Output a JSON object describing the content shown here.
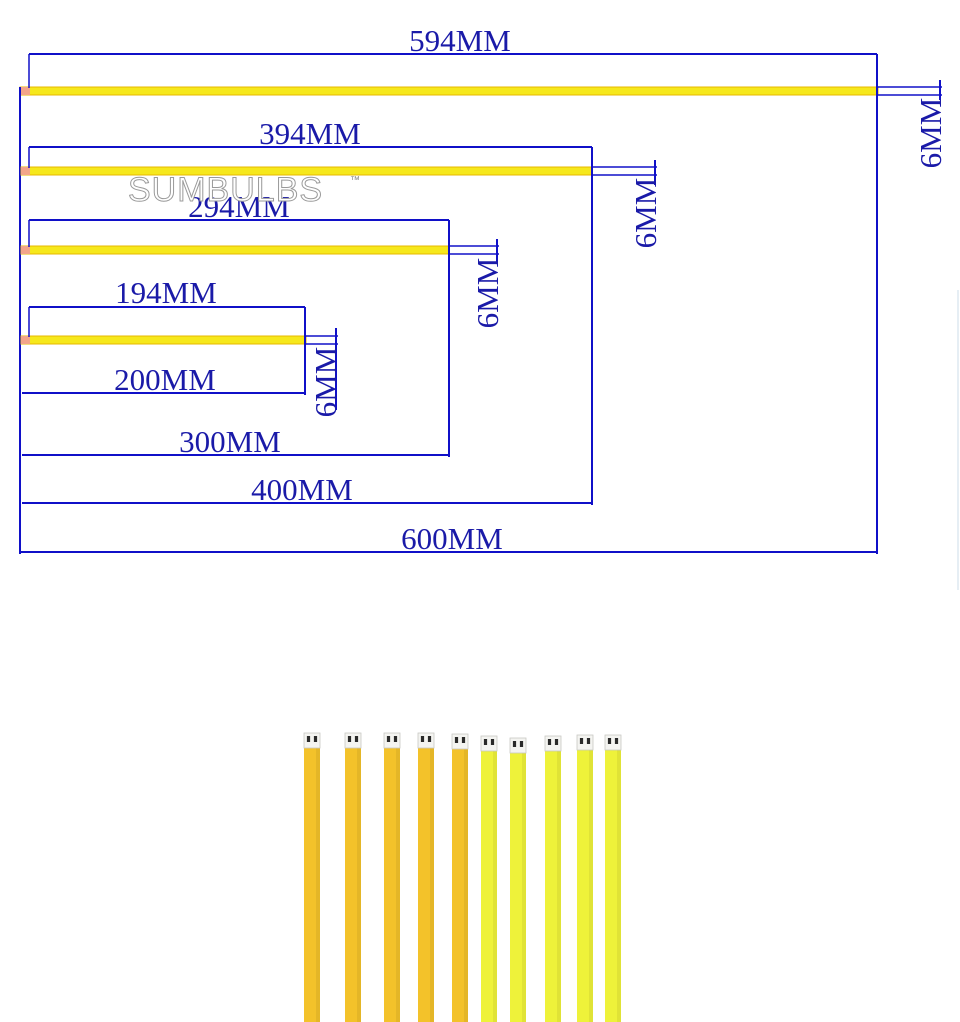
{
  "watermark": {
    "brand": "SUMBULBS",
    "trademark": "™"
  },
  "colors": {
    "dimension_line": "#1010c8",
    "dimension_text": "#1a1aa8",
    "strip_yellow": "#f6e81c",
    "strip_edge": "#e7b800",
    "strip_endcap": "#f3a58a",
    "warm_white": "#f3c22a",
    "cool_white": "#eef23a"
  },
  "strips": [
    {
      "name": "strip-600mm",
      "chip_length_label": "594MM",
      "total_length_label": "600MM",
      "width_label": "6MM"
    },
    {
      "name": "strip-400mm",
      "chip_length_label": "394MM",
      "total_length_label": "400MM",
      "width_label": "6MM"
    },
    {
      "name": "strip-300mm",
      "chip_length_label": "294MM",
      "total_length_label": "300MM",
      "width_label": "6MM"
    },
    {
      "name": "strip-200mm",
      "chip_length_label": "194MM",
      "total_length_label": "200MM",
      "width_label": "6MM"
    }
  ],
  "photo": {
    "strip_count": 10,
    "tones": [
      "warm",
      "warm",
      "warm",
      "warm",
      "warm",
      "cool",
      "cool",
      "cool",
      "cool",
      "cool"
    ]
  }
}
